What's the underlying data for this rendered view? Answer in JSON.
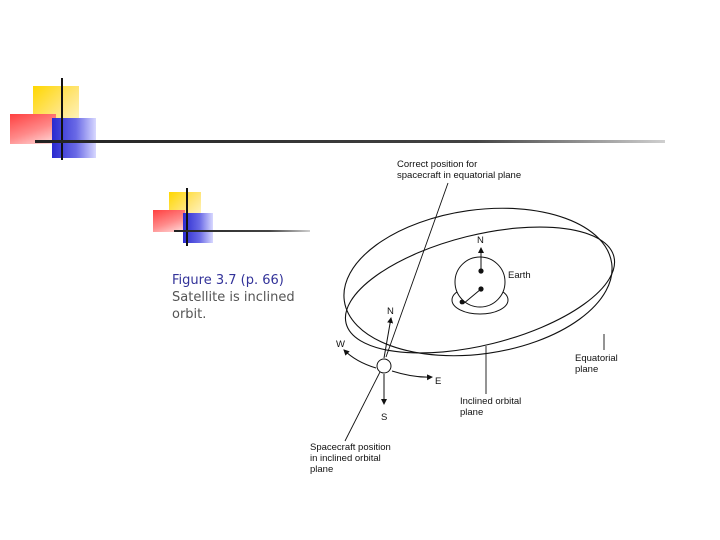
{
  "caption": {
    "title": "Figure 3.7  (p. 66)",
    "line1": "Satellite is inclined",
    "line2": "orbit."
  },
  "diagram": {
    "labels": {
      "correct_position_line1": "Correct position for",
      "correct_position_line2": "spacecraft in equatorial plane",
      "north_top": "N",
      "earth": "Earth",
      "north_left": "N",
      "west": "W",
      "east": "E",
      "south": "S",
      "equatorial_line1": "Equatorial",
      "equatorial_line2": "plane",
      "inclined_line1": "Inclined orbital",
      "inclined_line2": "plane",
      "spacecraft_line1": "Spacecraft position",
      "spacecraft_line2": "in inclined orbital",
      "spacecraft_line3": "plane"
    }
  },
  "colors": {
    "caption_title": "#333399",
    "caption_text": "#555555",
    "ornament_yellow": "#ffd700",
    "ornament_red": "#ff4040",
    "ornament_blue": "#2a2ad0"
  }
}
